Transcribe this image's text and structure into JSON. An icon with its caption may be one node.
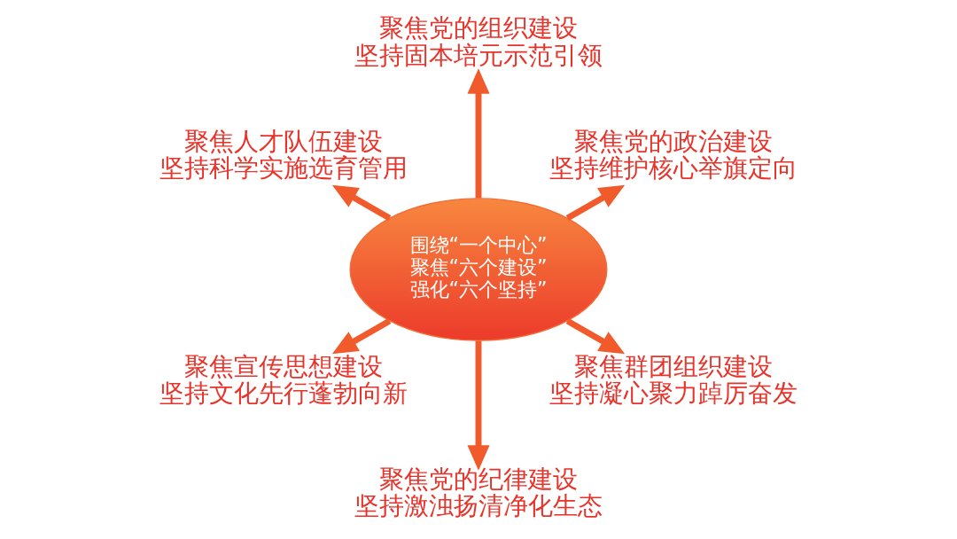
{
  "diagram": {
    "nodes": [
      {
        "text": [
          "围绕“一个中心”聚焦“六个建设”强化“六个坚持”"
        ]
      },
      {
        "text": [
          "聚焦党的政治建设",
          "坚持维护核心举旗定向"
        ]
      },
      {
        "text": [
          "聚焦党的组织建设",
          "坚持固本培元示范引领"
        ]
      },
      {
        "text": [
          "聚焦人才队伍建设",
          "坚持科学实施选育管用"
        ]
      },
      {
        "text": [
          "聚焦宣传思想建设",
          "坚持文化先行蓬勃向新"
        ]
      },
      {
        "text": [
          "聚焦党的纪律建设",
          "坚持激浊扬清净化生态"
        ]
      },
      {
        "text": [
          "聚焦群团组织建设",
          "坚持凝心聚力踔厉奋发"
        ]
      }
    ],
    "edges": [
      {
        "from": 0,
        "to": 1,
        "arrow": "to"
      },
      {
        "from": 0,
        "to": 2,
        "arrow": "to"
      },
      {
        "from": 0,
        "to": 3,
        "arrow": "to"
      },
      {
        "from": 0,
        "to": 4,
        "arrow": "to"
      },
      {
        "from": 0,
        "to": 5,
        "arrow": "to"
      },
      {
        "from": 0,
        "to": 6,
        "arrow": "to"
      }
    ]
  }
}
